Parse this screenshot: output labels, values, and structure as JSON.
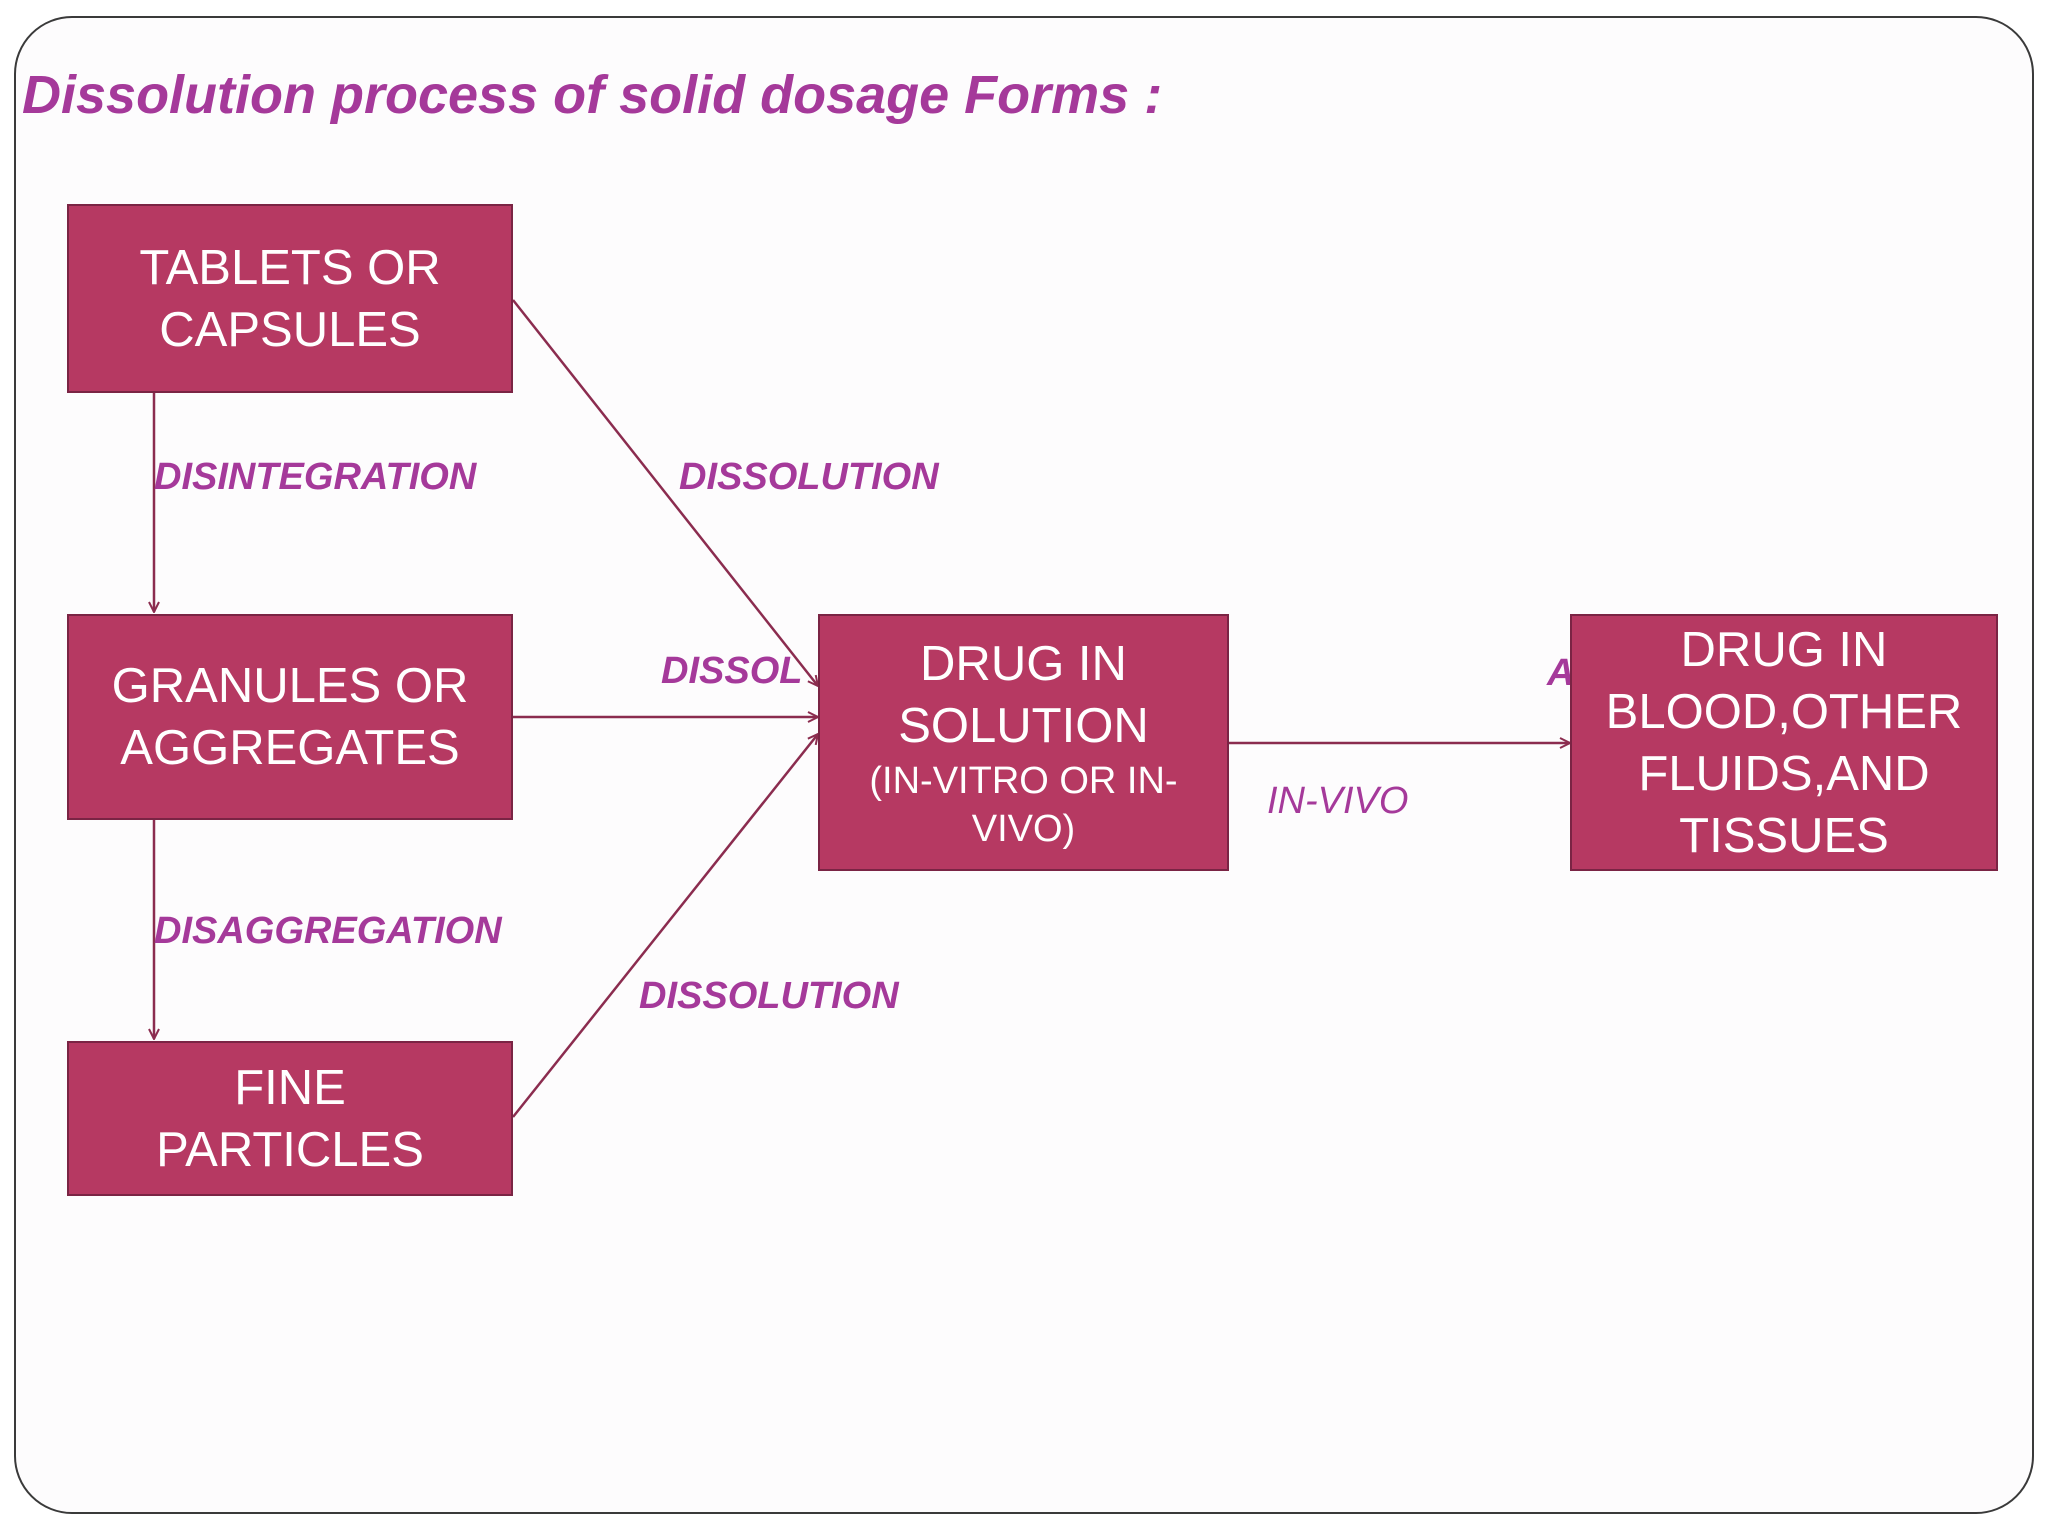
{
  "title": "Dissolution process of solid dosage Forms :",
  "nodes": {
    "tablets": "TABLETS OR\nCAPSULES",
    "granules": "GRANULES OR\nAGGREGATES",
    "fine": "FINE\nPARTICLES",
    "solution_main": "DRUG IN\nSOLUTION",
    "solution_sub": "(IN-VITRO OR IN-\nVIVO)",
    "blood": "DRUG IN\nBLOOD,OTHER\nFLUIDS,AND\nTISSUES"
  },
  "edges": {
    "disintegration": "DISINTEGRATION",
    "dissolution_top": "DISSOLUTION",
    "dissolution_mid": "DISSOL",
    "disaggregation": "DISAGGREGATION",
    "dissolution_bottom": "DISSOLUTION",
    "absorption_partial": "A",
    "in_vivo": "IN-VIVO"
  },
  "colors": {
    "box_fill": "#b63962",
    "label_color": "#a5399a",
    "arrow_color": "#8b2c4f"
  }
}
